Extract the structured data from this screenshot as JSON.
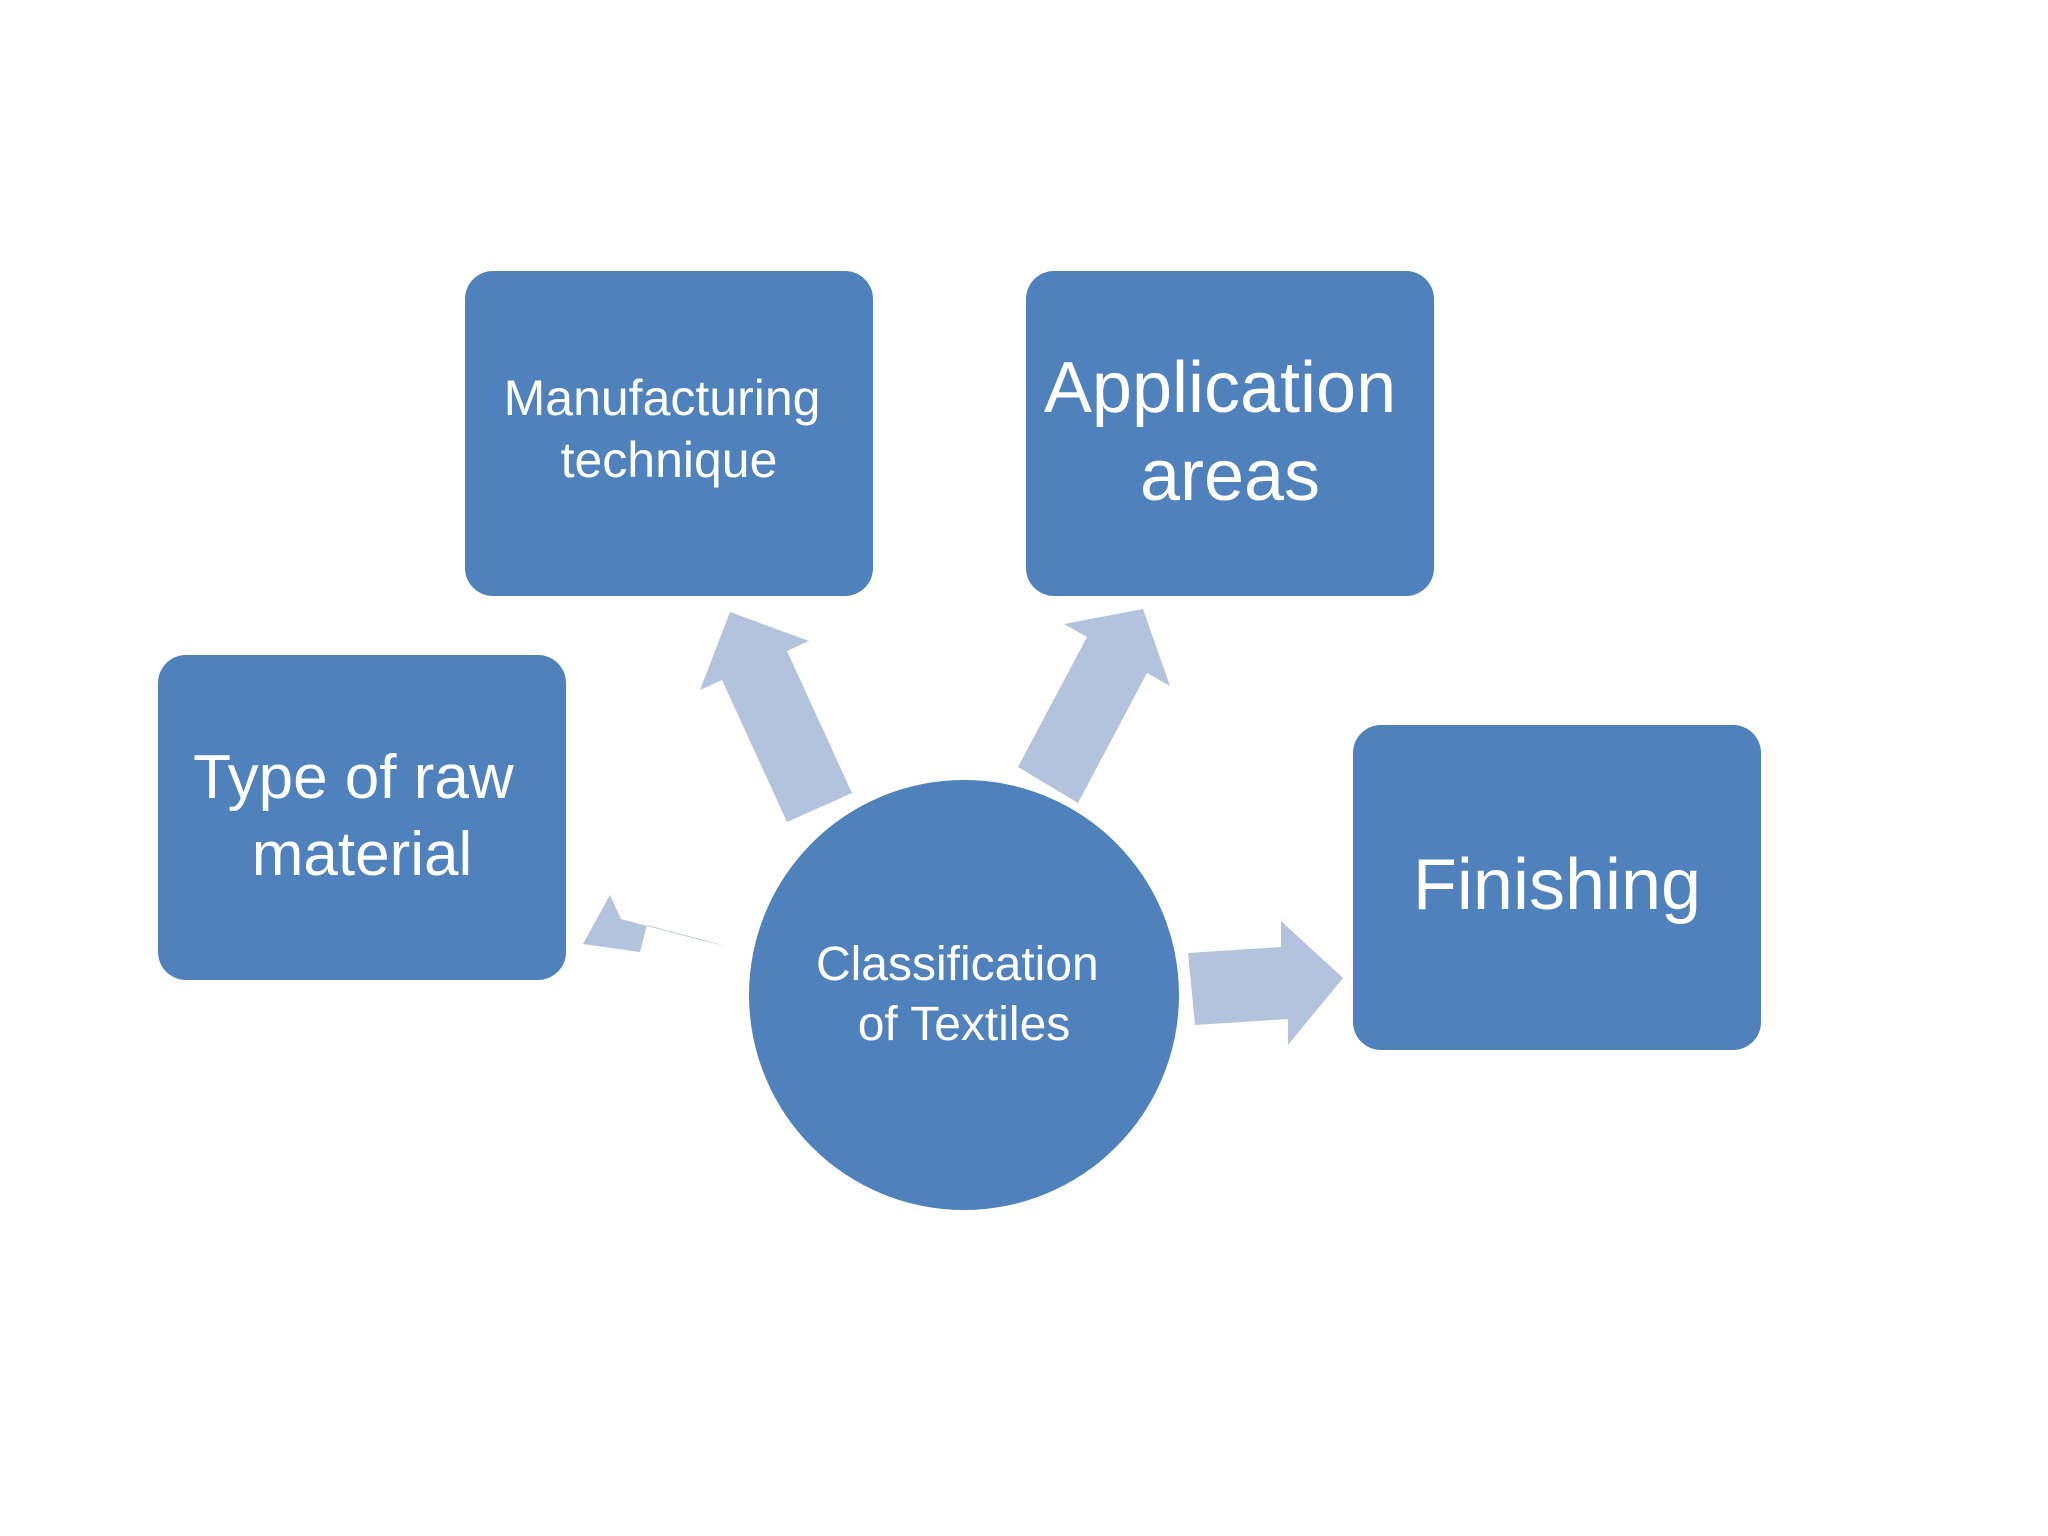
{
  "diagram": {
    "center": {
      "lines": [
        "Classification",
        "of Textiles"
      ]
    },
    "nodes": {
      "raw_material": {
        "lines": [
          "Type of raw",
          "material"
        ]
      },
      "manufacturing": {
        "lines": [
          "Manufacturing",
          "technique"
        ]
      },
      "application": {
        "lines": [
          "Application",
          "areas"
        ]
      },
      "finishing": {
        "lines": [
          "Finishing"
        ]
      }
    },
    "colors": {
      "node_fill": "#4f81bd",
      "arrow_fill": "#b3c3de",
      "text": "#ffffff",
      "background": "#ffffff"
    }
  }
}
